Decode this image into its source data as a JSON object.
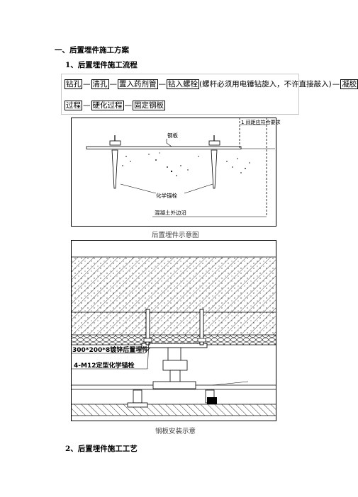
{
  "headings": {
    "section": "一、后置埋件施工方案",
    "flow_title": "1、后置埋件施工流程",
    "process_title": "2、后置埋件施工工艺"
  },
  "flow": {
    "row1": [
      "钻孔",
      "清孔",
      "置入药剂管",
      "钻入螺栓",
      "(螺杆必须用电锤钻旋入，不许直接敲入)",
      "凝胶"
    ],
    "row2": [
      "过程",
      "硬化过程",
      "固定钢板"
    ]
  },
  "figure1": {
    "labels": {
      "spacing": "1 间距应符合要求",
      "plate": "钢板",
      "anchor": "化学锚栓",
      "edge": "混凝土外边沿"
    },
    "caption": "后置埋件示意图"
  },
  "figure2": {
    "labels": {
      "embed": "300*200*8镀锌后置埋件",
      "bolt": "4-M12定型化学锚栓"
    },
    "caption": "钢板安装示意"
  }
}
